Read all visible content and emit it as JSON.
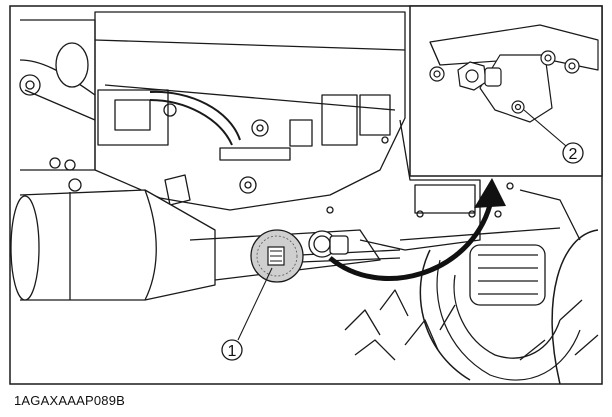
{
  "figure": {
    "callouts": [
      {
        "number": "1"
      },
      {
        "number": "2"
      }
    ],
    "code": "1AGAXAAAP089B"
  },
  "colors": {
    "line": "#1a1a1a",
    "highlight": "#cfcfcf",
    "arrow": "#111111",
    "background": "#ffffff"
  }
}
